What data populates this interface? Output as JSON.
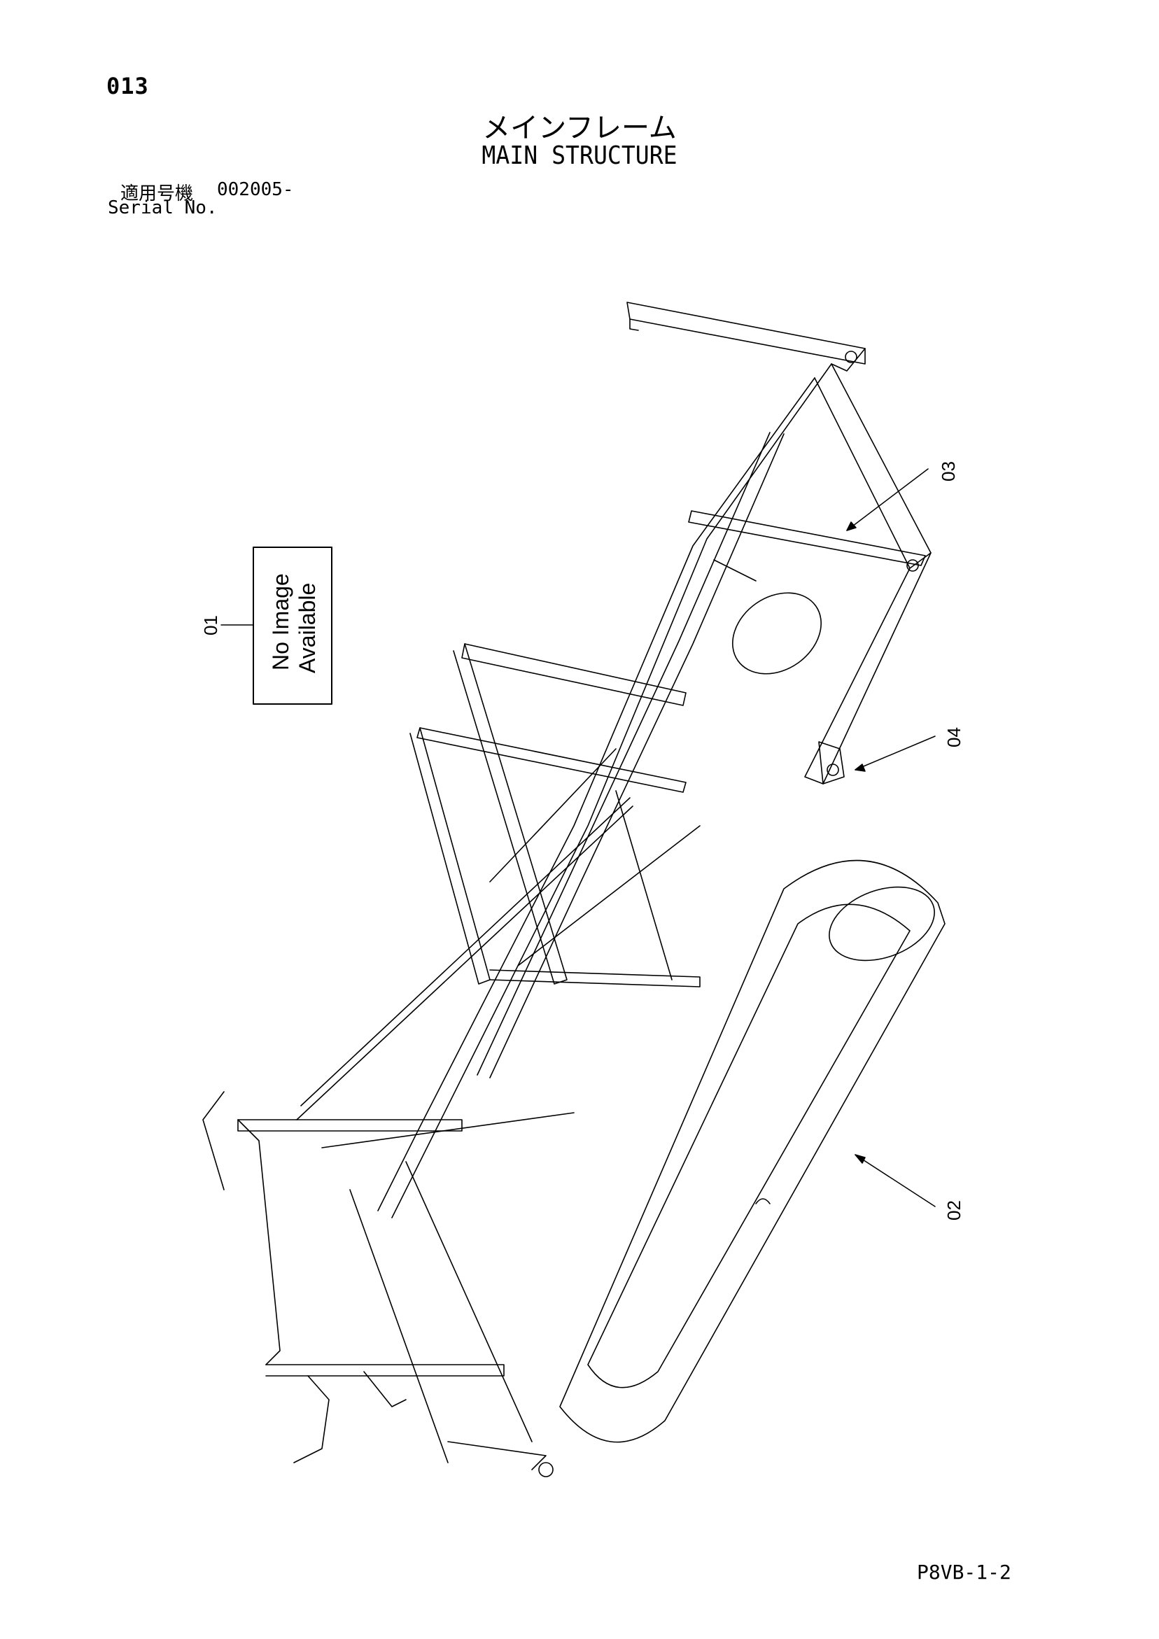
{
  "header": {
    "page_number": "013",
    "title_jp": "メインフレーム",
    "title_en": "MAIN STRUCTURE",
    "serial_label_jp": "適用号機",
    "serial_range": "002005-",
    "serial_label_en": "Serial No."
  },
  "callouts": [
    {
      "id": "01",
      "label": "01"
    },
    {
      "id": "02",
      "label": "02"
    },
    {
      "id": "03",
      "label": "03"
    },
    {
      "id": "04",
      "label": "04"
    }
  ],
  "placeholder": {
    "line1": "No Image",
    "line2": "Available"
  },
  "footer": {
    "code": "P8VB-1-2"
  }
}
